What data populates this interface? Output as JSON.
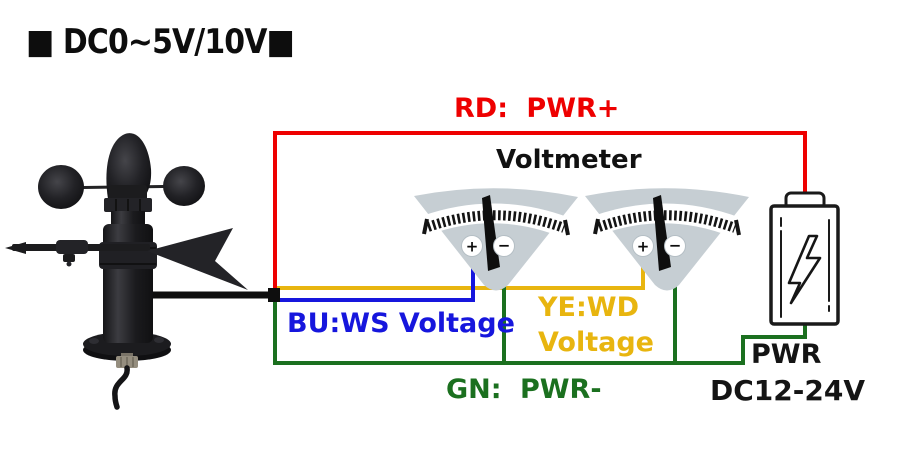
{
  "title": "■ DC0~5V/10V■",
  "colors": {
    "wire-red": "#ee0000",
    "wire-blue": "#1616dd",
    "wire-yellow": "#e8b50f",
    "wire-green": "#1b701f",
    "gauge-gray": "#c6ced3"
  },
  "wires": {
    "red": {
      "label": "RD: PWR+"
    },
    "blue": {
      "label": "BU:WS Voltage"
    },
    "yellow": {
      "label_line1": "YE:WD",
      "label_line2": "Voltage"
    },
    "green": {
      "label": "GN: PWR-"
    }
  },
  "voltmeter": {
    "title": "Voltmeter",
    "plus": "+",
    "minus": "−"
  },
  "power": {
    "name": "PWR",
    "voltage": "DC12-24V"
  }
}
